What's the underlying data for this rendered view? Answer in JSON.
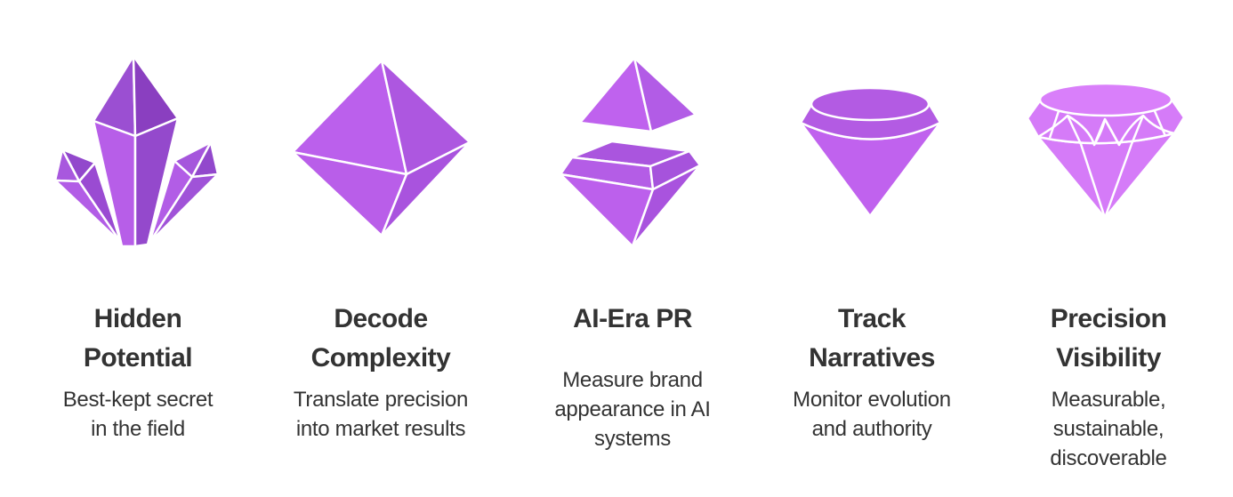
{
  "colors": {
    "text": "#333333",
    "gem_dark": "#8e44c8",
    "gem_mid": "#b45ee8",
    "gem_light": "#d57bf8"
  },
  "items": [
    {
      "icon": "crystal-cluster-icon",
      "title_lines": [
        "Hidden",
        "Potential"
      ],
      "desc_lines": [
        "Best-kept secret",
        "in the field"
      ]
    },
    {
      "icon": "octahedron-gem-icon",
      "title_lines": [
        "Decode",
        "Complexity"
      ],
      "desc_lines": [
        "Translate precision",
        "into market results"
      ]
    },
    {
      "icon": "split-gem-icon",
      "title_lines": [
        "AI-Era PR"
      ],
      "desc_lines": [
        "Measure brand",
        "appearance in AI",
        "systems"
      ]
    },
    {
      "icon": "cone-gem-icon",
      "title_lines": [
        "Track",
        "Narratives"
      ],
      "desc_lines": [
        "Monitor evolution",
        "and authority"
      ]
    },
    {
      "icon": "diamond-icon",
      "title_lines": [
        "Precision",
        "Visibility"
      ],
      "desc_lines": [
        "Measurable,",
        "sustainable,",
        "discoverable"
      ]
    }
  ]
}
